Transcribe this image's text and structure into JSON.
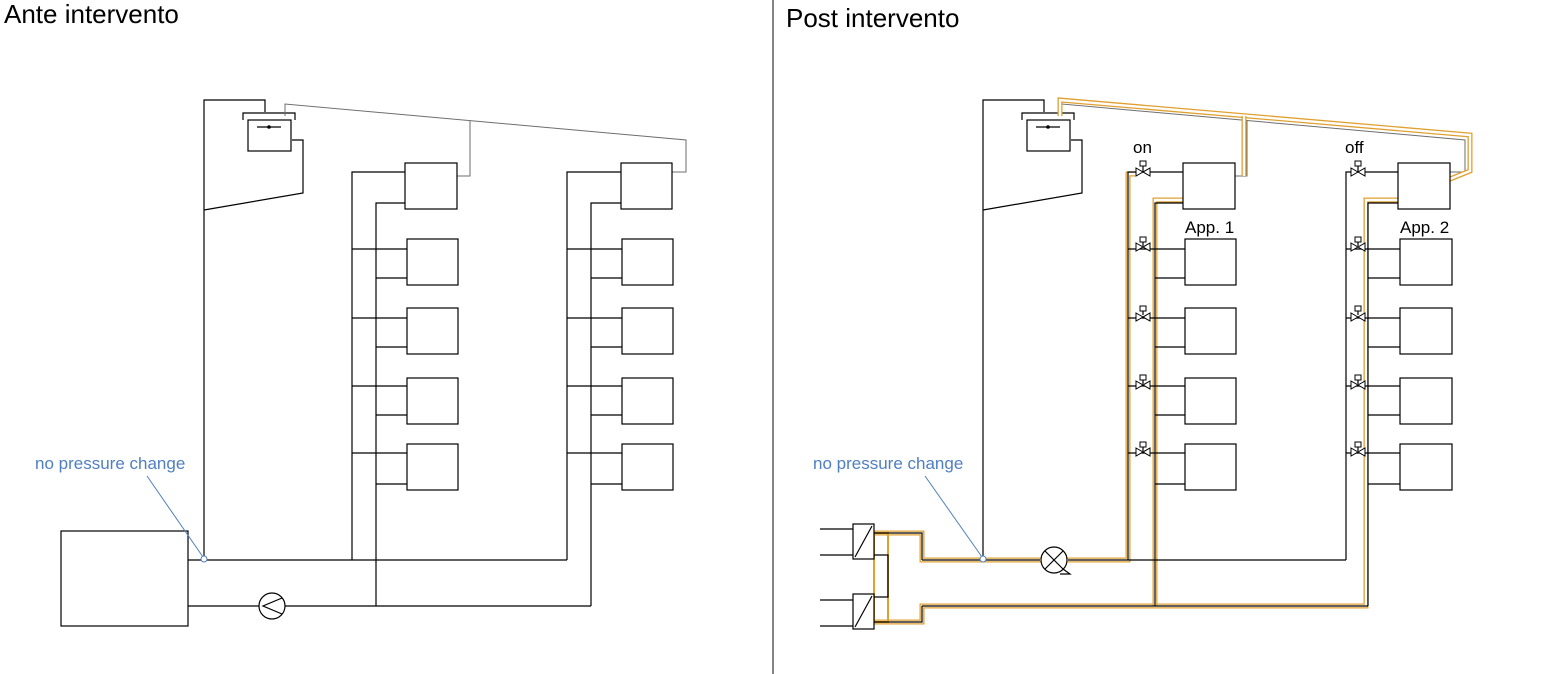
{
  "panels": {
    "left": {
      "title": "Ante intervento",
      "annotation": "no pressure change"
    },
    "right": {
      "title": "Post intervento",
      "annotation": "no pressure change",
      "valve_state_1": "on",
      "valve_state_2": "off",
      "apartment_1": "App. 1",
      "apartment_2": "App. 2"
    }
  },
  "colors": {
    "annotation": "#4f7fc0",
    "new_pipe": "#e0a030",
    "line": "#000000",
    "thin_line": "#6e6e6e"
  }
}
